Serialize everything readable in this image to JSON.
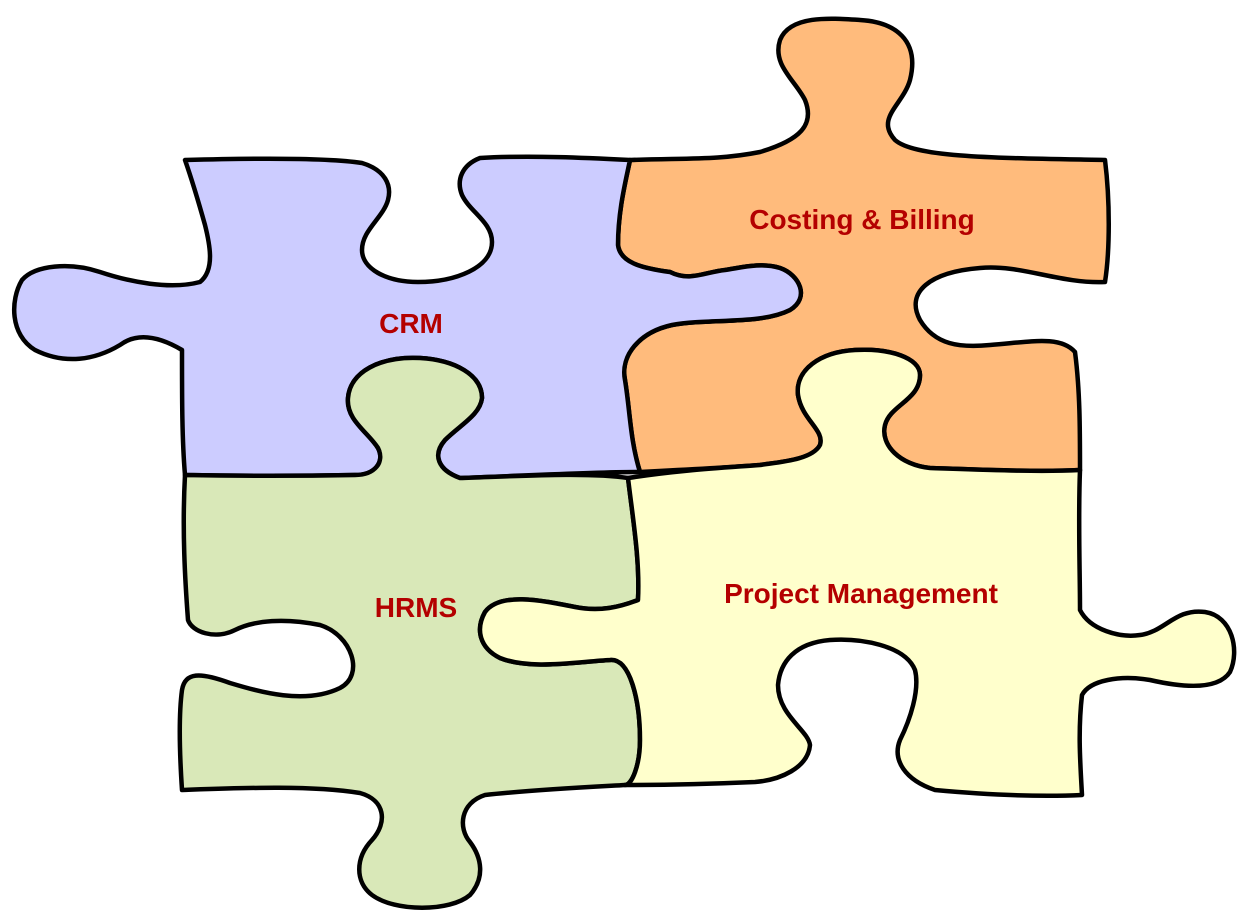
{
  "diagram": {
    "pieces": [
      {
        "id": "crm",
        "label": "CRM",
        "fill": "#ccccff"
      },
      {
        "id": "costing-billing",
        "label": "Costing & Billing",
        "fill": "#ffbb7c"
      },
      {
        "id": "hrms",
        "label": "HRMS",
        "fill": "#d9e8b8"
      },
      {
        "id": "project-management",
        "label": "Project Management",
        "fill": "#ffffcc"
      }
    ],
    "label_color": "#b40000",
    "outline_color": "#000000"
  }
}
